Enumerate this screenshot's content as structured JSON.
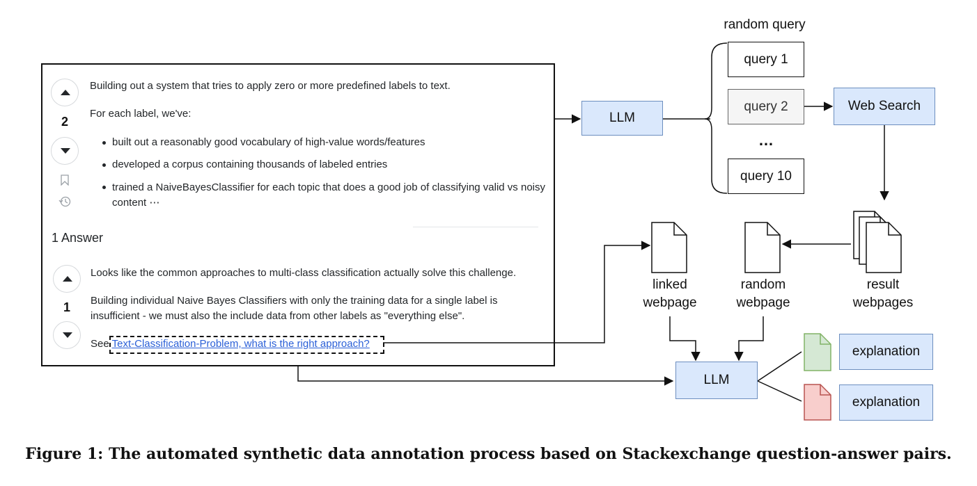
{
  "question": {
    "votes": "2",
    "intro": "Building out a system that tries to apply zero or more predefined labels to text.",
    "lead": "For each label, we've:",
    "bullets": [
      "built out a reasonably good vocabulary of high-value words/features",
      "developed a corpus containing thousands of labeled entries",
      "trained a NaiveBayesClassifier for each topic that does a good job of classifying valid vs noisy content ⋯"
    ]
  },
  "answers_heading": "1 Answer",
  "answer": {
    "votes": "1",
    "line1": "Looks like the common approaches to multi-class classification actually solve this challenge.",
    "line2a": "Building individual Naive Bayes Classifiers with only the training data for a single label is",
    "line2b": "insufficient - we must also the include data from other labels as \"everything else\".",
    "see_prefix": "See",
    "link_text": "Text-Classification-Problem, what is the right approach?"
  },
  "diagram": {
    "llm_top": "LLM",
    "random_query": "random query",
    "queries": [
      "query 1",
      "query 2",
      "…",
      "query 10"
    ],
    "web_search": "Web Search",
    "linked_webpage": [
      "linked",
      "webpage"
    ],
    "random_webpage": [
      "random",
      "webpage"
    ],
    "result_webpages": [
      "result",
      "webpages"
    ],
    "llm_bottom": "LLM",
    "explanation_positive": "explanation",
    "explanation_negative": "explanation"
  },
  "colors": {
    "llm_fill": "#dae8fc",
    "llm_stroke": "#6c8ebf",
    "positive_doc": "#d5e8d4",
    "negative_doc": "#f8cecc",
    "link": "#2a5fd7"
  },
  "caption": "Figure 1: The automated synthetic data annotation process based on Stackexchange question-answer pairs."
}
